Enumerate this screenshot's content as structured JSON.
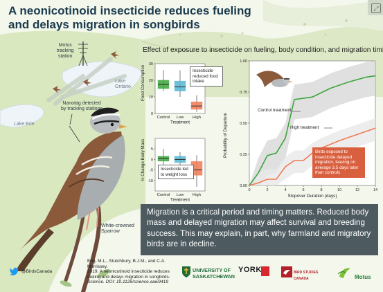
{
  "title": {
    "line1": "A neonicotinoid insecticide reduces fueling",
    "line2": "and delays migration in songbirds"
  },
  "subtitle": "Effect of exposure to insecticide on fueling, body condition, and migration timing",
  "map_labels": {
    "motus": "Motus",
    "tracking": "tracking",
    "station": "station",
    "lake_ontario_1": "Lake",
    "lake_ontario_2": "Ontario",
    "nanotag_1": "Nanotag detected",
    "nanotag_2": "by tracking stations",
    "lake_erie": "Lake Erie",
    "bird_name_1": "White-crowned",
    "bird_name_2": "Sparrow"
  },
  "colors": {
    "control": "#3aa53a",
    "low": "#56b7d4",
    "high": "#f07a55",
    "title": "#1c3b4e",
    "darkbox": "#4d5b61",
    "uofs": "#1f6b3a",
    "york_red": "#d6292f"
  },
  "chart_data": [
    {
      "type": "box",
      "ylabel": "Food Consumption",
      "xlabel": "Treatment",
      "categories": [
        "Control",
        "Low",
        "High"
      ],
      "ylim": [
        0,
        30
      ],
      "yticks": [
        "0",
        "10",
        "20",
        "30"
      ],
      "boxes": [
        {
          "name": "Control",
          "min": 13.5,
          "q1": 15,
          "median": 17.5,
          "q3": 20,
          "max": 26
        },
        {
          "name": "Low",
          "min": 10,
          "q1": 13.5,
          "median": 16,
          "q3": 19.5,
          "max": 26
        },
        {
          "name": "High",
          "min": 1,
          "q1": 2.5,
          "median": 4.5,
          "q3": 7,
          "max": 11
        }
      ],
      "annotation": "Insecticide reduced food intake"
    },
    {
      "type": "box",
      "ylabel": "% Change Body Mass",
      "xlabel": "Treatment",
      "categories": [
        "Control",
        "Low",
        "High"
      ],
      "ylim": [
        -15,
        10
      ],
      "yticks": [
        "-10",
        "-5",
        "0",
        "5"
      ],
      "boxes": [
        {
          "name": "Control",
          "min": -3,
          "q1": -0.8,
          "median": 0.5,
          "q3": 1.5,
          "max": 5
        },
        {
          "name": "Low",
          "min": -3.5,
          "q1": -1.5,
          "median": 0,
          "q3": 1.5,
          "max": 3.5
        },
        {
          "name": "High",
          "min": -13,
          "q1": -7.5,
          "median": -5,
          "q3": -1,
          "max": 2
        }
      ],
      "annotation": "Insecticide led to weight loss"
    },
    {
      "type": "line",
      "xlabel": "Stopover Duration (days)",
      "ylabel": "Probability of Departure",
      "xlim": [
        0,
        14
      ],
      "ylim": [
        0,
        1
      ],
      "xticks": [
        "0",
        "2",
        "4",
        "6",
        "8",
        "10",
        "12",
        "14"
      ],
      "yticks": [
        "0.00",
        "0.25",
        "0.50",
        "0.75",
        "1.00"
      ],
      "series": [
        {
          "name": "Control treatment",
          "x": [
            0,
            1,
            2,
            3,
            4,
            5,
            7,
            9,
            11,
            13,
            14
          ],
          "y": [
            0,
            0.1,
            0.24,
            0.26,
            0.38,
            0.69,
            0.71,
            0.78,
            0.83,
            0.87,
            0.88
          ]
        },
        {
          "name": "High treatment",
          "x": [
            0,
            1,
            2,
            3,
            4,
            5,
            6,
            7,
            8,
            10,
            12,
            14
          ],
          "y": [
            0,
            0.02,
            0.05,
            0.05,
            0.15,
            0.2,
            0.2,
            0.26,
            0.3,
            0.36,
            0.41,
            0.46
          ]
        }
      ],
      "annotation": "Birds exposed to insecticide delayed migration, leaving on average 3.5 days later than controls"
    }
  ],
  "message": "Migration is a critical period and timing matters. Reduced body mass and delayed migration may affect survival and breeding success. This may explain, in part, why farmland and migratory birds are in decline.",
  "footer": {
    "handle": "@BirdsCanada",
    "citation_1": "Eng, M.L., Stutchbury, B.J.M., and C.A. Morrissey.",
    "citation_2": "2019. A neonicotinoid insecticide reduces",
    "citation_3": "fueling and delays migration in songbirds.",
    "citation_4": "Science. DOI: 10.1126/science.aaw9419",
    "logo_usask_1": "UNIVERSITY OF",
    "logo_usask_2": "SASKATCHEWAN",
    "logo_york": "YORK",
    "logo_birdscanada": "BIRD STUDIES CANADA",
    "logo_motus": "Motus"
  }
}
